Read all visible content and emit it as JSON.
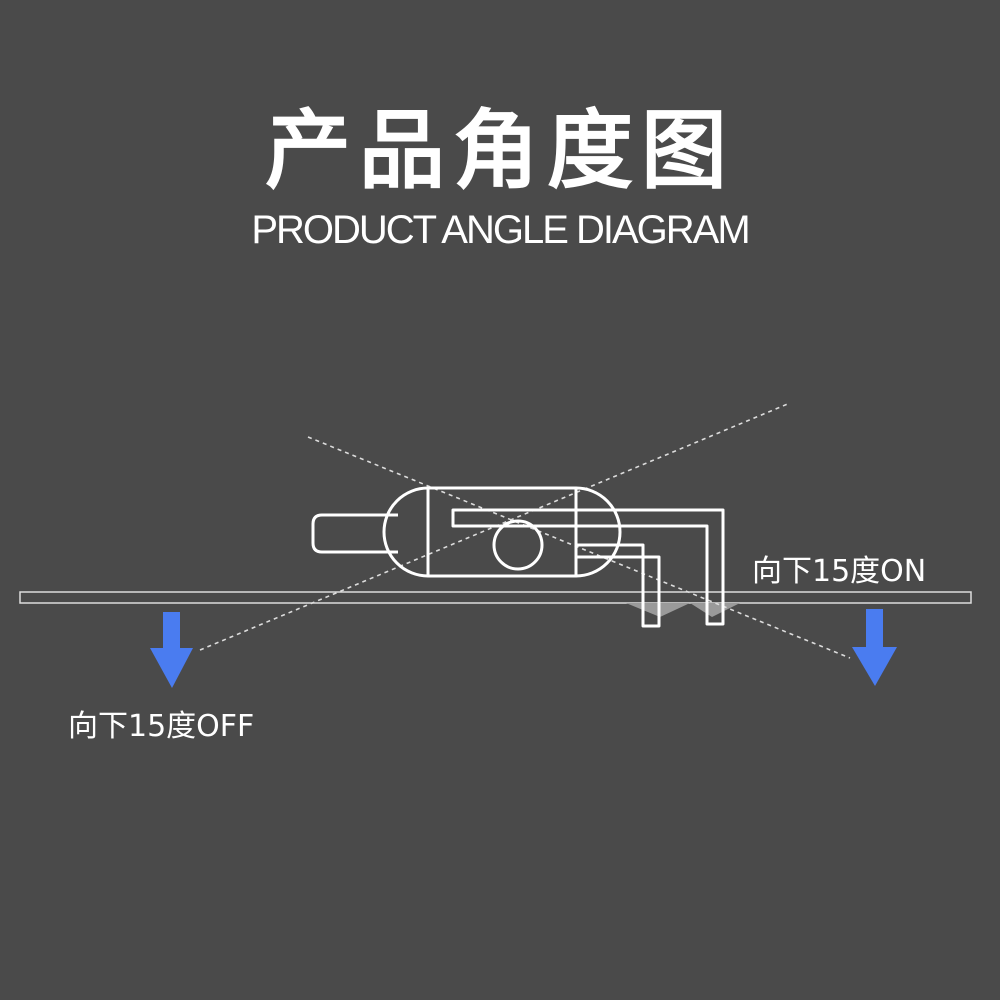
{
  "title": {
    "zh": "产品角度图",
    "en": "PRODUCT ANGLE DIAGRAM"
  },
  "labels": {
    "on": "向下15度ON",
    "off": "向下15度OFF"
  },
  "colors": {
    "background": "#4a4a4a",
    "outline": "#ffffff",
    "arrow": "#4a7cf0",
    "surface": "#8a8a8a"
  },
  "icons": {
    "left_arrow": "down-arrow-icon",
    "right_arrow": "down-arrow-icon"
  }
}
